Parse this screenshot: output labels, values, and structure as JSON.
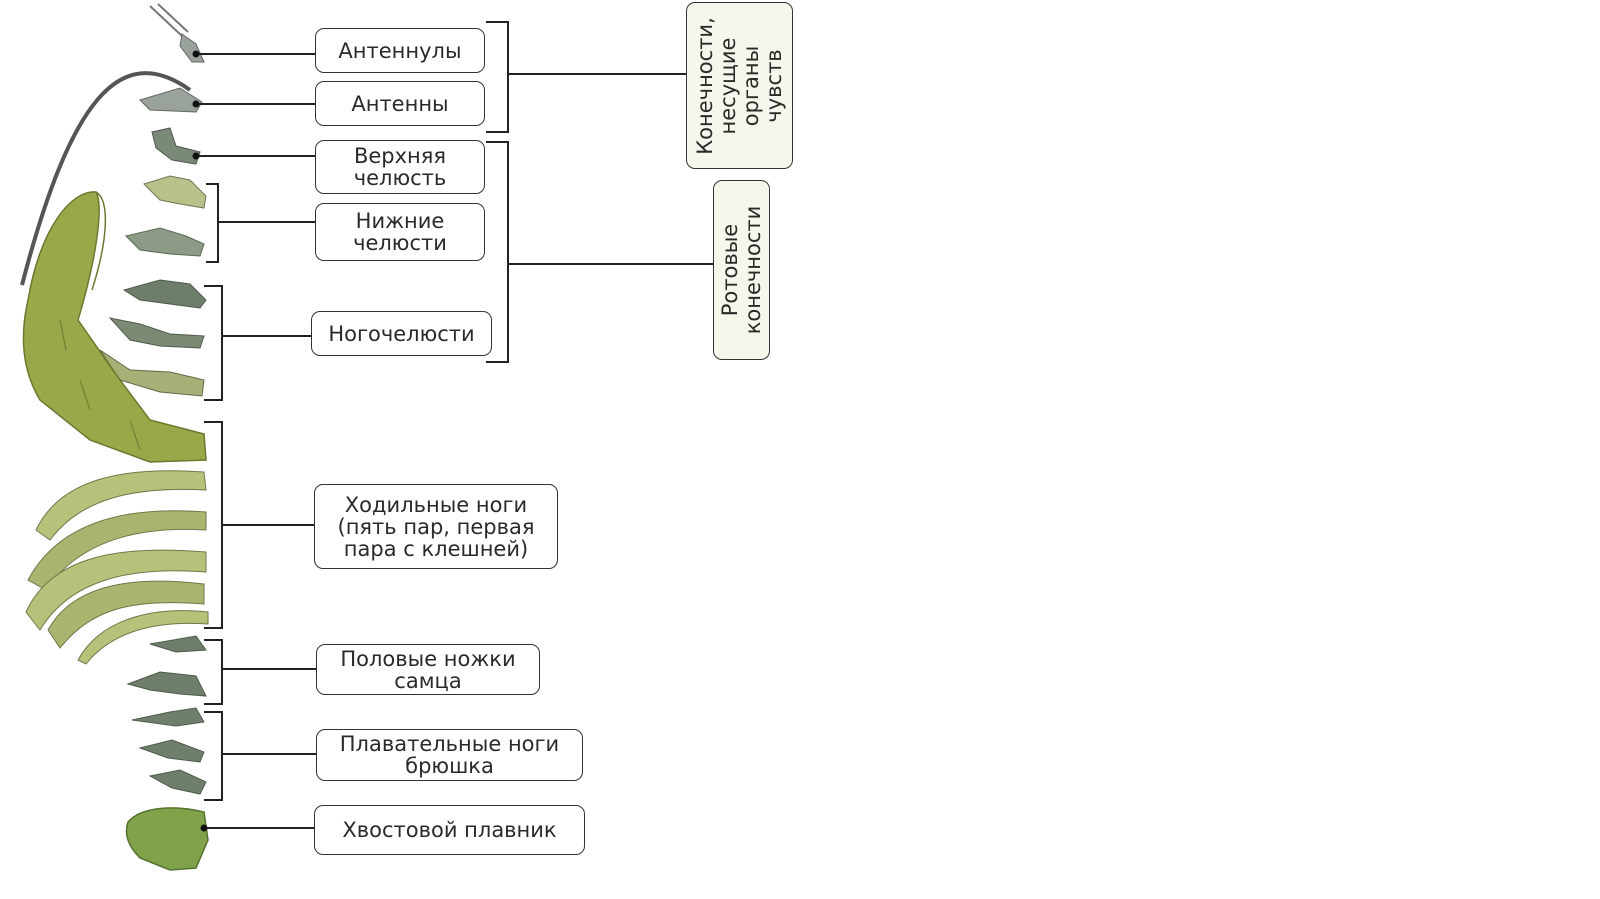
{
  "labels": {
    "antennules": "Антеннулы",
    "antennae": "Антенны",
    "mandible": "Верхняя\nчелюсть",
    "maxillae": "Нижние\nчелюсти",
    "maxillipeds": "Ногочелюсти",
    "walking_legs": "Ходильные ноги\n(пять пар, первая\nпара с клешней)",
    "male_legs": "Половые ножки\nсамца",
    "swimming_legs": "Плавательные ноги\nбрюшка",
    "tail_fin": "Хвостовой плавник"
  },
  "groups": {
    "sense_limbs": "Конечности,\nнесущие\nорганы\nчувств",
    "mouth_limbs": "Ротовые\nконечности"
  },
  "colors": {
    "limb_light": "#b6c27a",
    "limb_mid": "#8f9f4e",
    "limb_dark": "#6f7e6a",
    "line": "#222222"
  }
}
